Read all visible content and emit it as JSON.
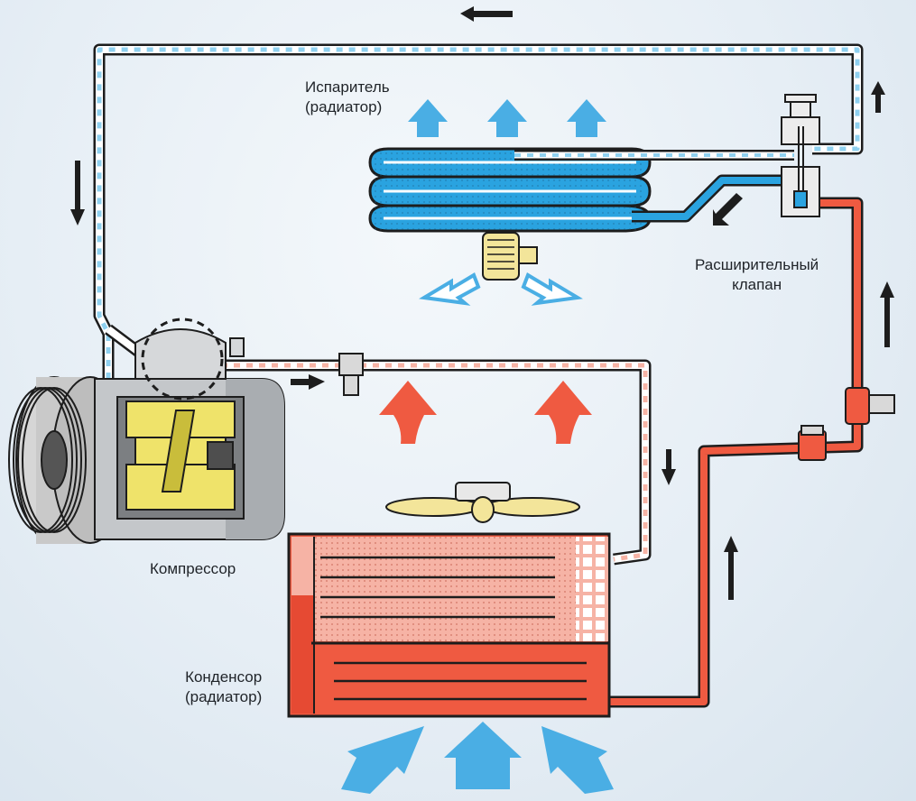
{
  "labels": {
    "evaporator": "Испаритель\n(радиатор)",
    "expansion_valve": "Расширительный\nклапан",
    "compressor": "Компрессор",
    "condenser": "Конденсор\n(радиатор)"
  },
  "colors": {
    "hot": "#ef5a41",
    "hot_light": "#f6b3a5",
    "cold": "#2aa3e0",
    "cold_light": "#8fd0ef",
    "outline": "#1d1d1d",
    "air_blue": "#4aaee4",
    "compressor_yellow": "#efe36a"
  }
}
